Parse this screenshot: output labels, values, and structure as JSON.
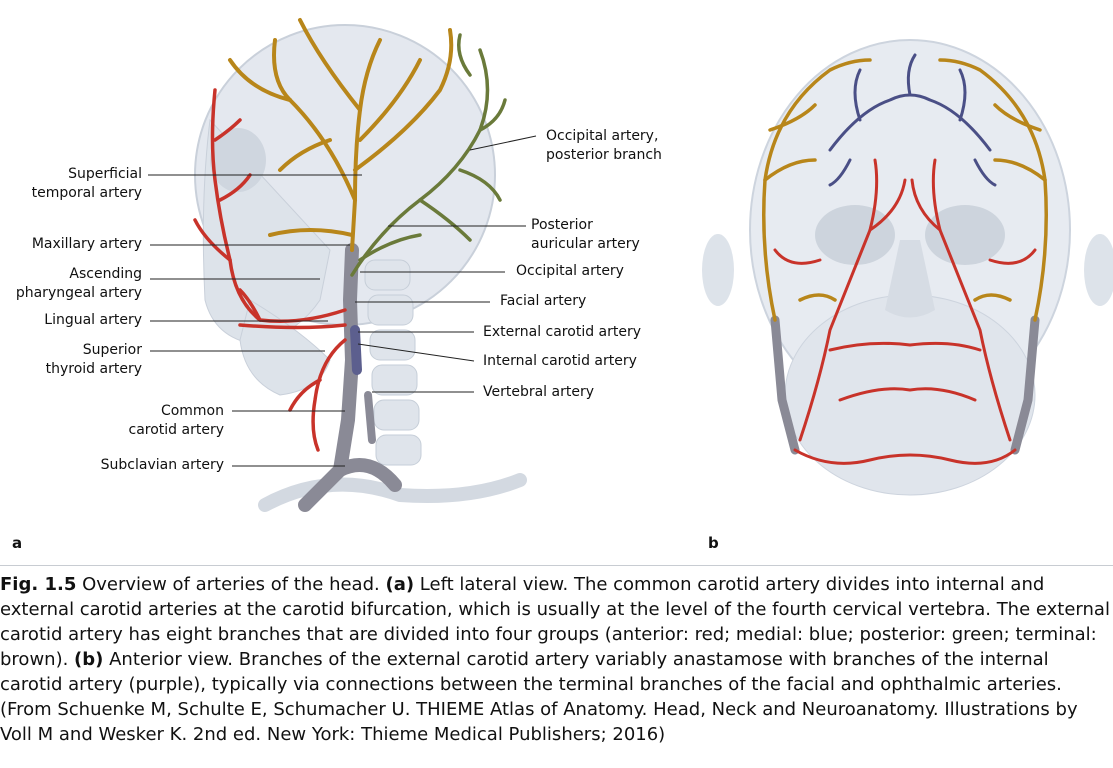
{
  "figure": {
    "panel_a": {
      "letter": "a",
      "labels_left": [
        "Superficial\ntemporal  artery",
        "Maxillary artery",
        "Ascending\npharyngeal artery",
        "Lingual artery",
        "Superior\nthyroid artery",
        "Common\ncarotid artery",
        "Subclavian artery"
      ],
      "labels_right": [
        "Occipital artery,\nposterior branch",
        "Posterior\nauricular artery",
        "Occipital artery",
        "Facial artery",
        "External carotid artery",
        "Internal carotid artery",
        "Vertebral artery"
      ]
    },
    "panel_b": {
      "letter": "b"
    },
    "colors": {
      "anterior": "#c8332a",
      "medial": "#4a4f86",
      "posterior": "#6a7a3a",
      "terminal": "#b8861a",
      "carotid": "#8a8a96"
    }
  },
  "caption": {
    "lead": "Fig. 1.5",
    "text_a_head": "  Overview of arteries of the head. ",
    "part_a_marker": "(a)",
    "text_a": " Left lateral view. The common carotid artery divides into internal and external carotid arteries at the carotid bifurcation, which is usually at the level of the fourth cervical vertebra. The external carotid artery has eight branches that are divided into four groups (anterior: red; medial: blue; posterior: green; terminal: brown). ",
    "part_b_marker": "(b)",
    "text_b": " Anterior view. Branches of the external carotid artery variably anastamose with branches of the internal carotid artery (purple), typically via connections between the terminal branches of the facial and ophthalmic arteries. (From Schuenke M, Schulte E, Schumacher U. THIEME Atlas of Anatomy. Head, Neck and Neuroanatomy. Illustrations by Voll M and Wesker K. 2nd ed. New York: Thieme Medical Publishers; 2016)"
  }
}
